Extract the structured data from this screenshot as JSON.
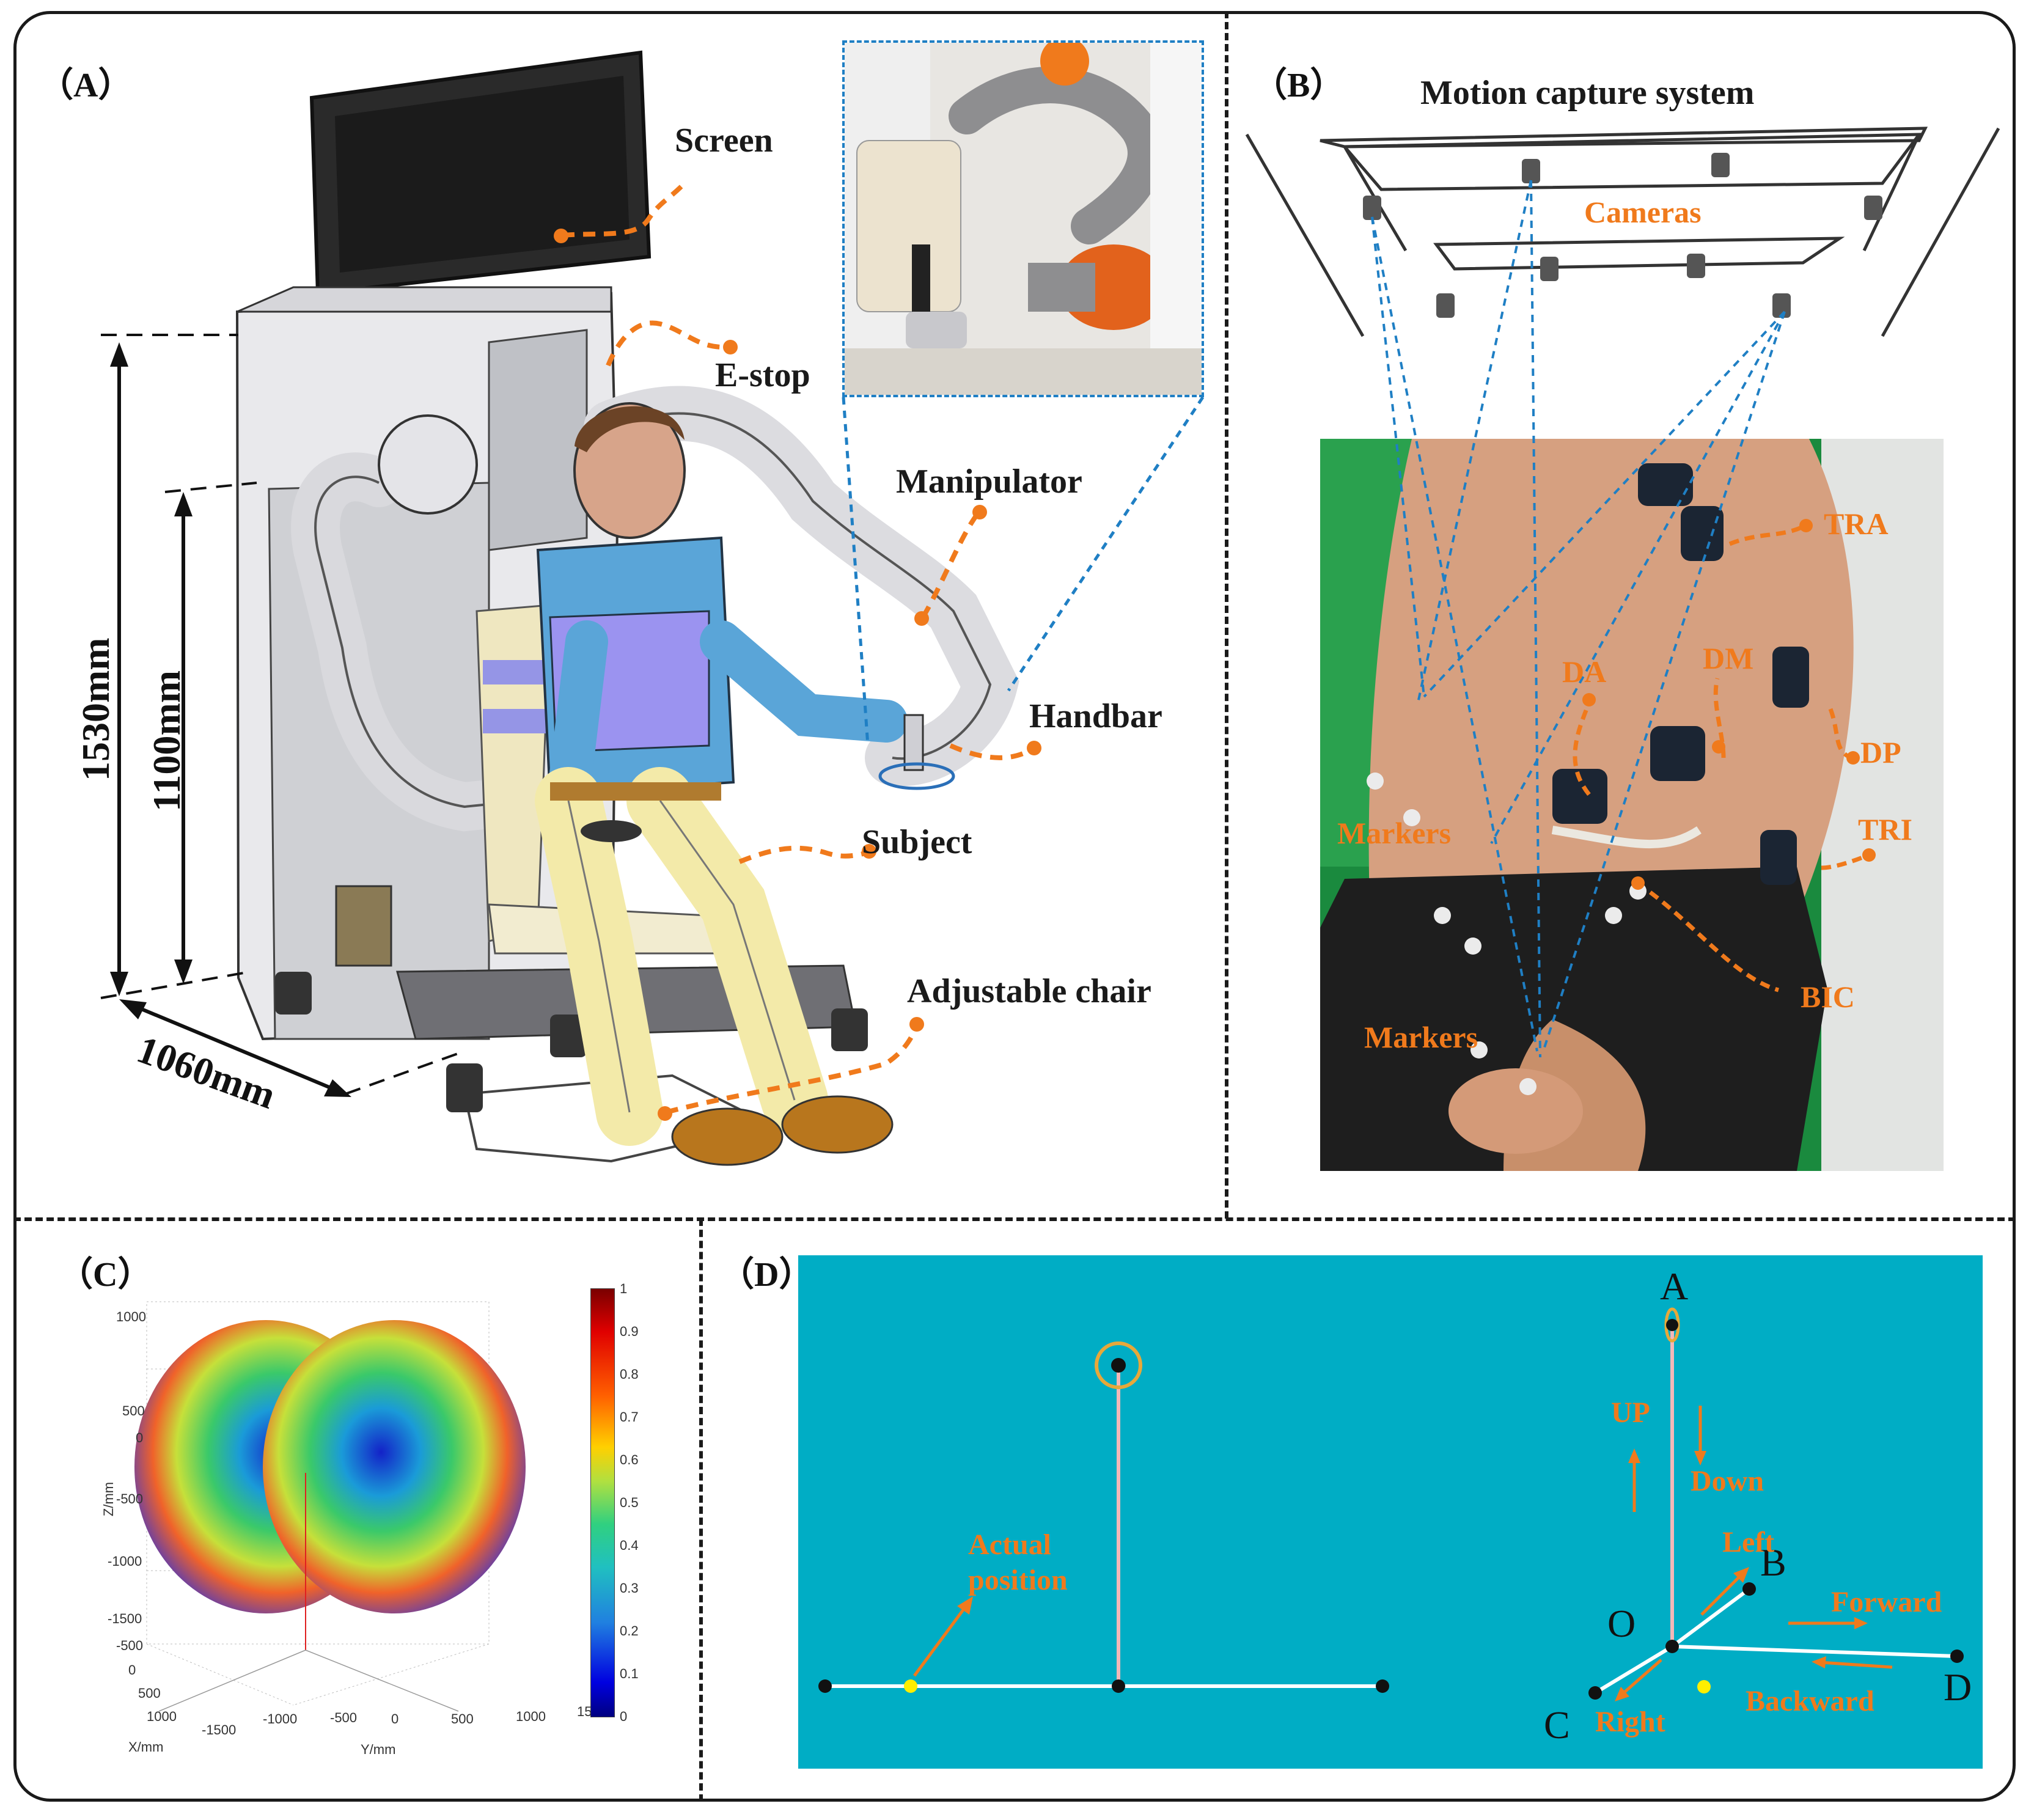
{
  "panels": {
    "a": {
      "label": "（A）",
      "callouts": {
        "screen": "Screen",
        "estop": "E-stop",
        "manipulator": "Manipulator",
        "handbar": "Handbar",
        "subject": "Subject",
        "chair": "Adjustable chair"
      },
      "dimensions": {
        "height_total": "1530mm",
        "height_seat": "1100mm",
        "depth": "1060mm"
      }
    },
    "b": {
      "label": "（B）",
      "title": "Motion capture system",
      "cameras": "Cameras",
      "muscles": {
        "tra": "TRA",
        "da": "DA",
        "dm": "DM",
        "dp": "DP",
        "tri": "TRI",
        "bic": "BIC"
      },
      "markers_upper": "Markers",
      "markers_lower": "Markers"
    },
    "c": {
      "label": "（C）",
      "z_ticks": [
        "1000",
        "500",
        "0",
        "-500",
        "-1000",
        "-1500"
      ],
      "z_label": "Z/mm",
      "x_ticks": [
        "-500",
        "0",
        "500",
        "1000"
      ],
      "x_label": "X/mm",
      "y_ticks": [
        "-1500",
        "-1000",
        "-500",
        "0",
        "500",
        "1000",
        "15"
      ],
      "y_label": "Y/mm",
      "colorbar_ticks": [
        "1",
        "0.9",
        "0.8",
        "0.7",
        "0.6",
        "0.5",
        "0.4",
        "0.3",
        "0.2",
        "0.1",
        "0"
      ]
    },
    "d": {
      "label": "（D）",
      "point_a": "A",
      "point_b": "B",
      "point_c": "C",
      "point_d": "D",
      "point_o": "O",
      "up": "UP",
      "down": "Down",
      "left": "Left",
      "right": "Right",
      "forward": "Forward",
      "backward": "Backward",
      "actual_line1": "Actual",
      "actual_line2": "position"
    }
  },
  "colors": {
    "orange": "#f07a1c",
    "teal_bg": "#00adc5",
    "callout_dot": "#f07a1c"
  }
}
